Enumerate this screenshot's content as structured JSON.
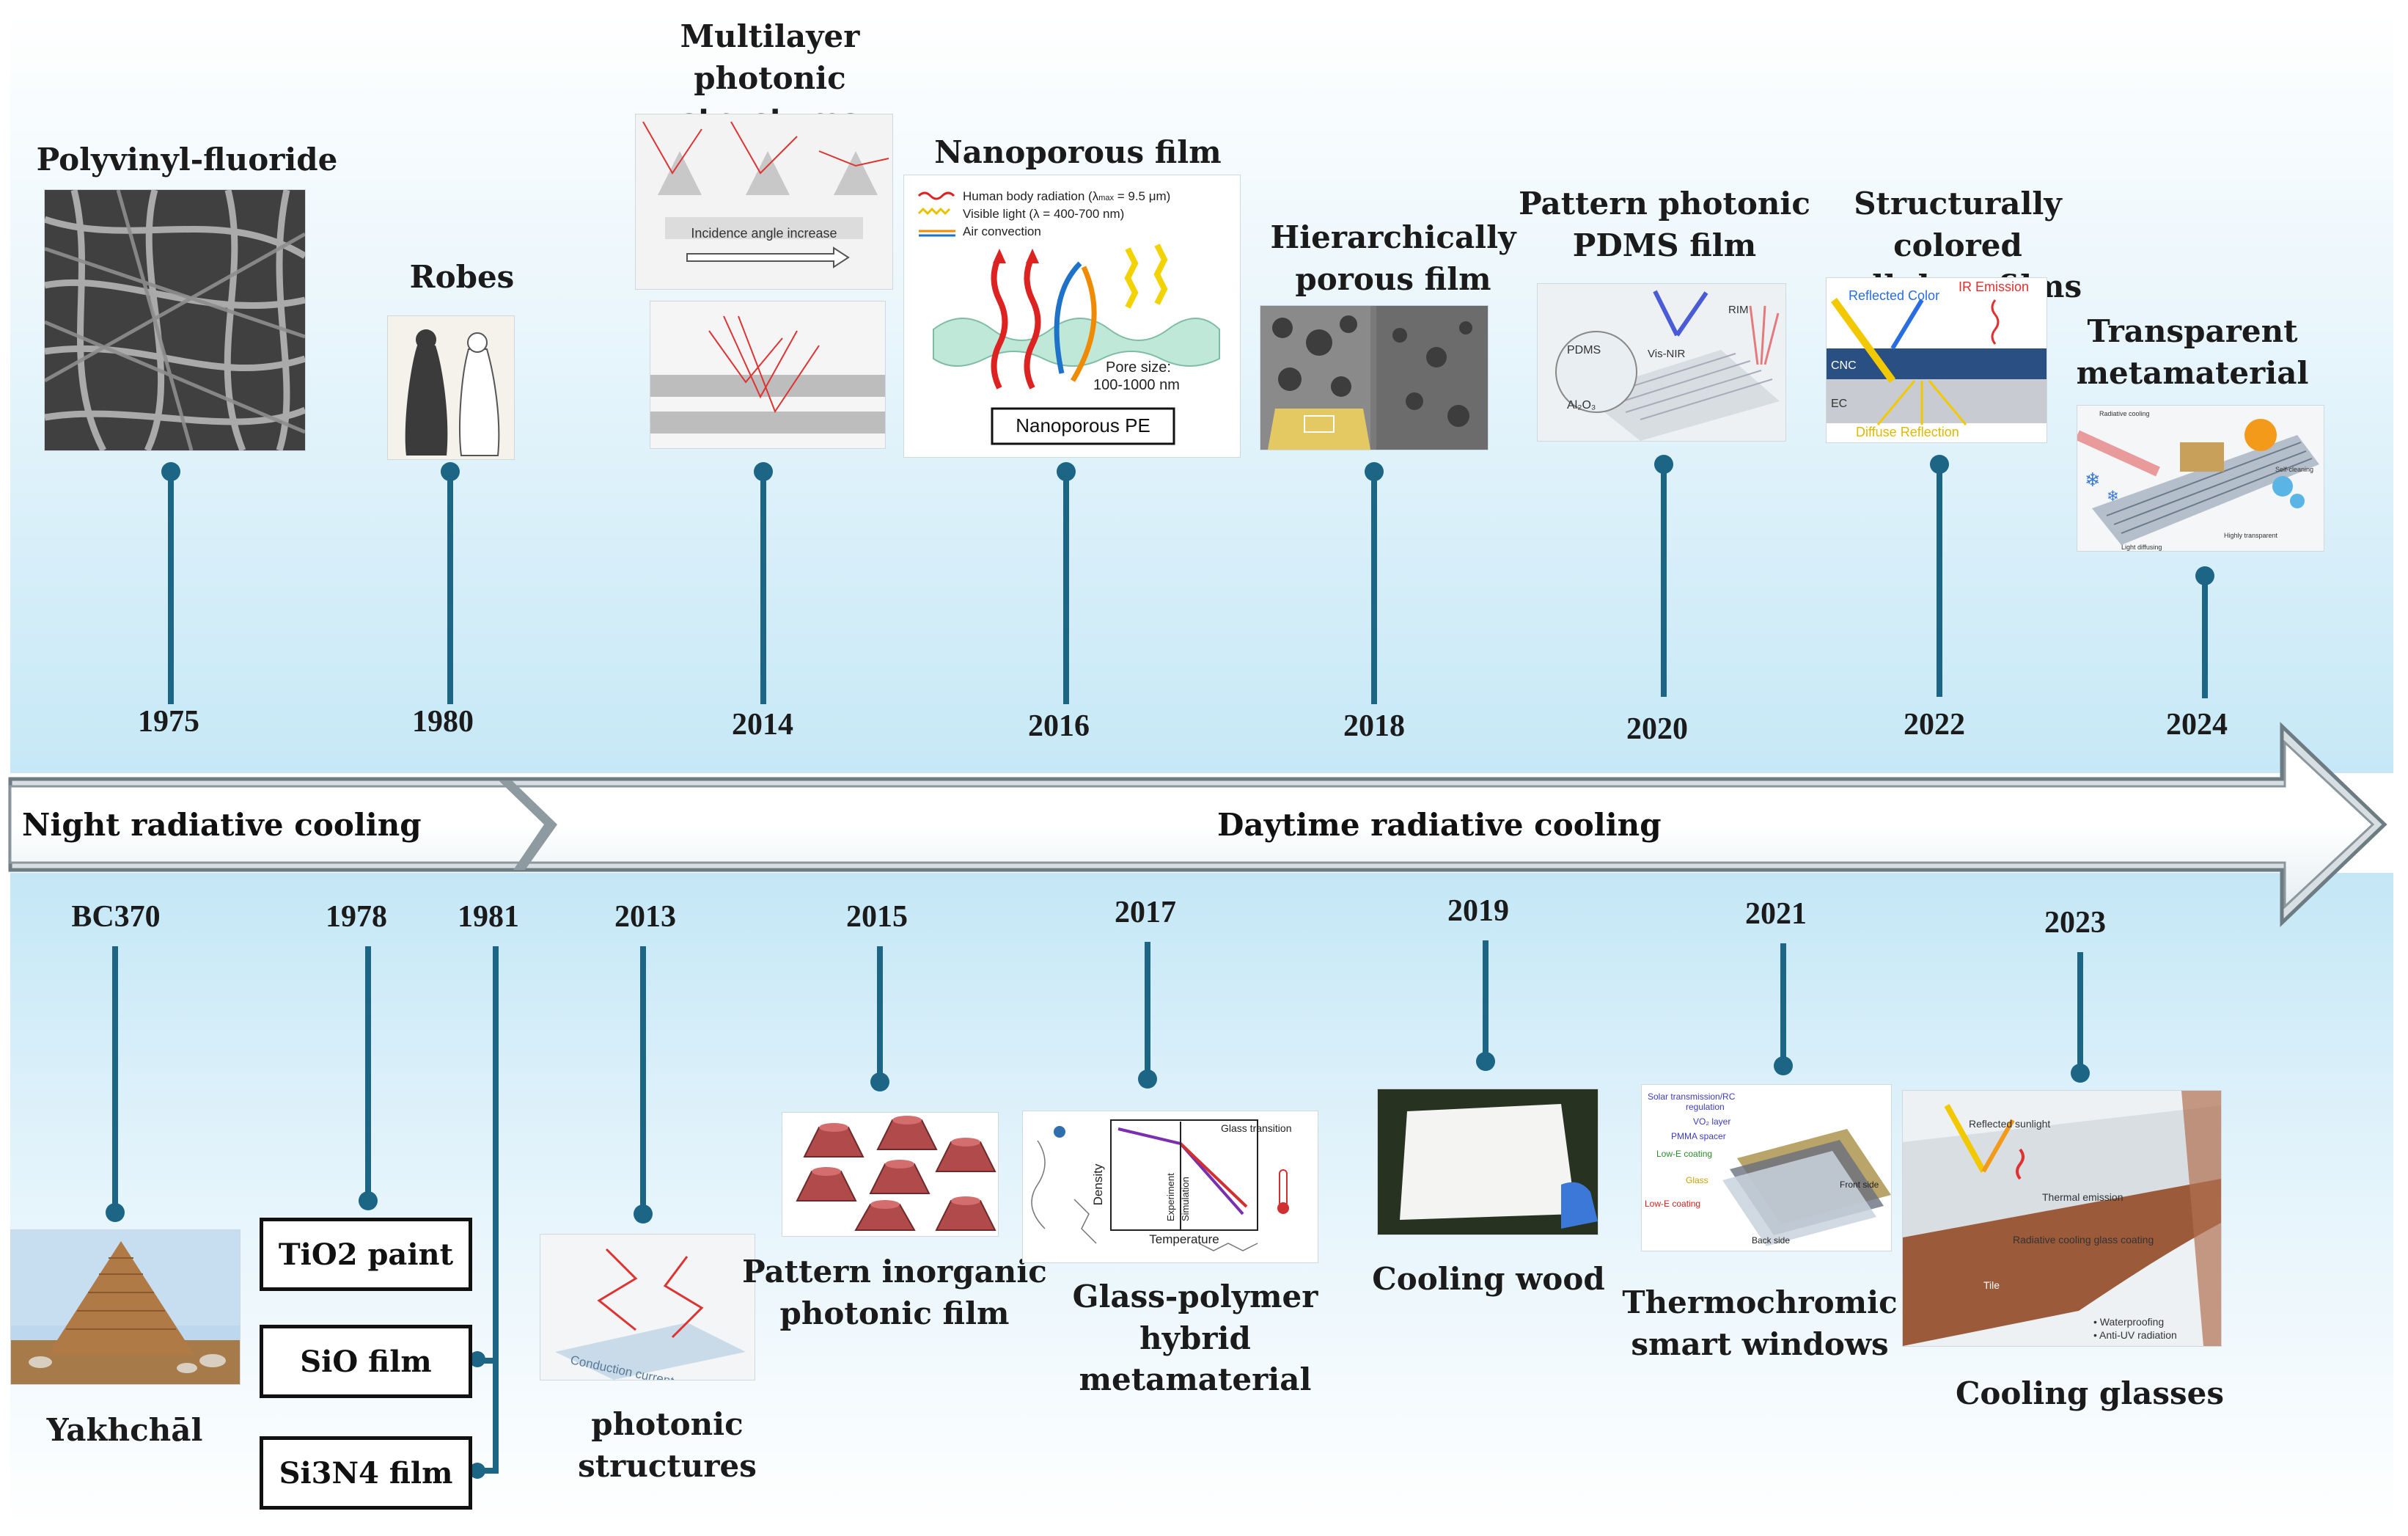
{
  "era_labels": {
    "night": "Night radiative cooling",
    "day": "Daytime radiative cooling"
  },
  "top_events": [
    {
      "year": "1975",
      "title": "Polyvinyl-fluoride"
    },
    {
      "year": "1980",
      "title": "Robes"
    },
    {
      "year": "2014",
      "title": "Multilayer photonic\nstructures"
    },
    {
      "year": "2016",
      "title": "Nanoporous film"
    },
    {
      "year": "2018",
      "title": "Hierarchically\nporous film"
    },
    {
      "year": "2020",
      "title": "Pattern photonic\nPDMS film"
    },
    {
      "year": "2022",
      "title": "Structurally colored\ncellulose films"
    },
    {
      "year": "2024",
      "title": "Transparent\nmetamaterial"
    }
  ],
  "bottom_events": [
    {
      "year": "BC370",
      "title": "Yakhchāl"
    },
    {
      "year": "1978",
      "title": "TiO2 paint"
    },
    {
      "year": "1981",
      "title": ""
    },
    {
      "year": "2013",
      "title": "photonic structures"
    },
    {
      "year": "2015",
      "title": "Pattern inorganic\nphotonic film"
    },
    {
      "year": "2017",
      "title": "Glass-polymer\nhybrid\nmetamaterial"
    },
    {
      "year": "2019",
      "title": "Cooling wood"
    },
    {
      "year": "2021",
      "title": "Thermochromic\nsmart windows"
    },
    {
      "year": "2023",
      "title": "Cooling glasses"
    }
  ],
  "film_boxes": [
    "TiO2 paint",
    "SiO film",
    "Si3N4 film"
  ],
  "figure_text": {
    "multilayer": {
      "incidence": "Incidence angle increase"
    },
    "nanoporous": {
      "legend_body": "Human body radiation (λ",
      "legend_body_tail": " = 9.5 μm)",
      "legend_visible": "Visible light (λ = 400-700 nm)",
      "legend_air": "Air convection",
      "pore_size": "Pore size:",
      "pore_range": "100-1000 nm",
      "material": "Nanoporous PE"
    },
    "pdms": {
      "rim": "RIM",
      "visnir": "Vis-NIR",
      "pdms": "PDMS",
      "al2o3": "Al₂O₃"
    },
    "cellulose": {
      "reflected": "Reflected Color",
      "ir": "IR Emission",
      "cnc": "CNC",
      "ec": "EC",
      "diffuse": "Diffuse Reflection"
    },
    "conduction": "Conduction current",
    "glass_polymer": {
      "density": "Density",
      "temperature": "Temperature",
      "glass_transition": "Glass\ntransition",
      "experiment": "Experiment",
      "simulation": "Simulation"
    },
    "smart_window": {
      "solar": "Solar transmission/RC",
      "regulation": "regulation",
      "vo2": "VO₂ layer",
      "pmma": "PMMA spacer",
      "lowe": "Low-E coating",
      "glass": "Glass",
      "lowe2": "Low-E coating",
      "front": "Front side",
      "back": "Back side"
    },
    "cooling_glass": {
      "reflected": "Reflected sunlight",
      "thermal": "Thermal emission",
      "coating": "Radiative cooling glass coating",
      "tile": "Tile",
      "waterproof": "• Waterproofing",
      "antiuv": "• Anti-UV radiation"
    },
    "transparent": {
      "radiative": "Radiative cooling",
      "self_cleaning": "Self-cleaning",
      "light_diffusing": "Light diffusing",
      "transparent": "Highly transparent"
    }
  },
  "colors": {
    "stem": "#1c6585",
    "band": "#c6e8f6",
    "arrow_fill": "#ffffff",
    "arrow_stroke": "#5a6a72"
  }
}
